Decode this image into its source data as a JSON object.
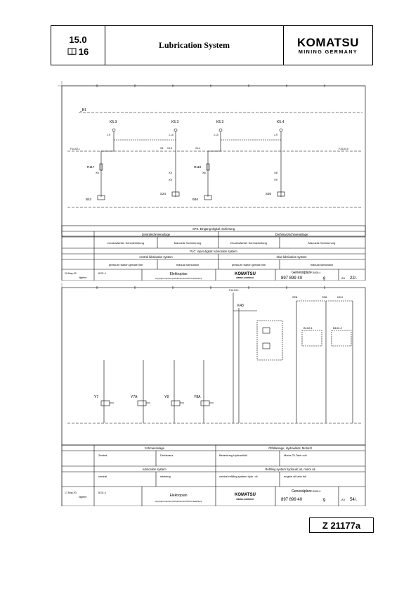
{
  "header": {
    "section": "15.0",
    "page": "16",
    "title": "Lubrication System",
    "logo_word": "KOMATSU",
    "logo_sub": "MINING GERMANY"
  },
  "sheet1": {
    "bus_label": "_B1",
    "relays": [
      "K5.3",
      "K5.3",
      "K5.3",
      "K5.4"
    ],
    "relay_sub": [
      "1.9",
      "1.10",
      "1.10",
      "1.9"
    ],
    "mid_left": "F1/L02.1",
    "mid_right": "F1/L03.0",
    "wire_nodes": [
      "X6",
      "X1:3",
      "X1:4"
    ],
    "tags": [
      "R117",
      "R118",
      "X6",
      "X4",
      "X5",
      "X6",
      "X8",
      "X9"
    ],
    "switches": [
      "B43",
      "S24",
      "B46",
      "S36"
    ],
    "plc_row": "SPS: Eingang Digital: Schierung",
    "grp_de": [
      "Zentralschmieranlage",
      "Drehkranzschmieranlage"
    ],
    "cells_de": [
      "Druckwächter Schmierleitung",
      "Manuelle Schmierung",
      "Druckwächter Schmierleitung",
      "Manuelle Schmierung"
    ],
    "plc_en": "PLC: input digital: lubrication system",
    "grp_en": [
      "central lubrication system",
      "slew lubrication system"
    ],
    "cells_en": [
      "pressure switch grease line",
      "manual lubrication",
      "pressure switch grease line",
      "manual lubrication"
    ],
    "tb": {
      "plan": "Generalplan",
      "doc": "Elektroplan",
      "number": "897 899 40",
      "rev": "g",
      "size": "A3",
      "sheet": "22/.",
      "date": "20-May-92",
      "drawn": "Ngehre",
      "ref": "8131.4",
      "sub": "P15000-4",
      "copyright": "Copyright reserved (Schutzvermerk DIN 34 beachten)",
      "logo_word": "KOMATSU",
      "logo_sub": "MINING GERMANY"
    }
  },
  "sheet2": {
    "top_label": "F1/L03.1",
    "relays": [
      "K43",
      "S28",
      "S28",
      "K5.0"
    ],
    "valves": [
      "Y7",
      "Y7A",
      "Y8",
      "Y8A"
    ],
    "level": [
      "B102-1",
      "B102-2"
    ],
    "grp_de": [
      "Schmieranlage",
      "Ölfüllanlage, Hydrauliköl, Motoröl"
    ],
    "cells_de": [
      "Zentral",
      "Drehkranz",
      "Betankung Hydrauliköl",
      "Motor-Öl-Tank voll"
    ],
    "grp_en": [
      "lubrication system",
      "Refilling system hydraulic oil, motor oil"
    ],
    "cells_en": [
      "central",
      "slewring",
      "central refilling system hydr. oil",
      "engine oil tank full"
    ],
    "tb": {
      "plan": "Generalplan",
      "doc": "Elektroplan",
      "number": "897 899 40",
      "rev": "g",
      "size": "A3",
      "sheet": "54/.",
      "date": "17-May-93",
      "drawn": "Ngehre",
      "ref": "8131.4",
      "sub": "P15000-6",
      "copyright": "Copyright reserved (Schutzvermerk DIN 34 beachten)",
      "logo_word": "KOMATSU",
      "logo_sub": "MINING GERMANY"
    }
  },
  "footer": {
    "ref": "Z 21177a"
  }
}
